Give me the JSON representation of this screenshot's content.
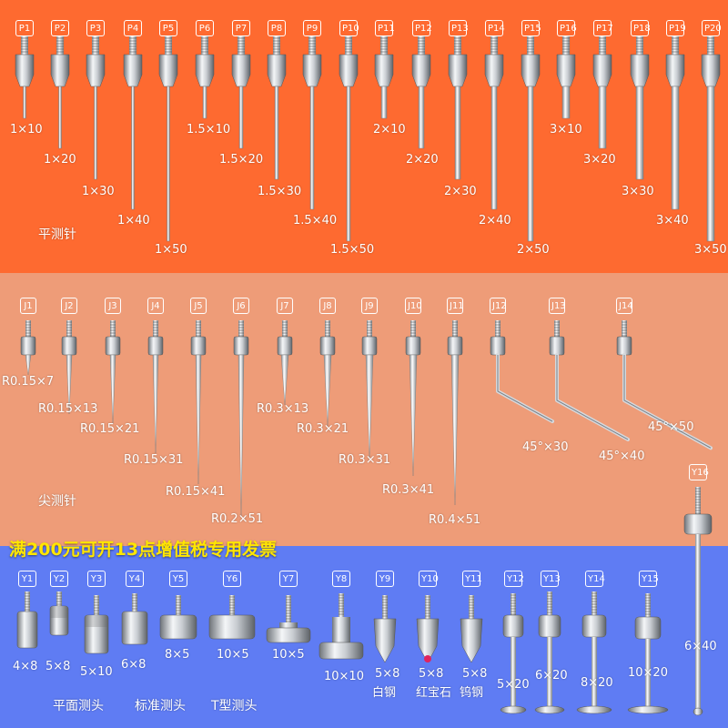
{
  "colors": {
    "top_band": "#fe6a30",
    "middle_band": "#ee9c78",
    "bottom_band": "#5f7cf3",
    "banner_text": "#ffe600"
  },
  "flat_probes": {
    "section_label": "平测针",
    "items": [
      {
        "tag": "P1",
        "size": "1×10"
      },
      {
        "tag": "P2",
        "size": "1×20"
      },
      {
        "tag": "P3",
        "size": "1×30"
      },
      {
        "tag": "P4",
        "size": "1×40"
      },
      {
        "tag": "P5",
        "size": "1×50"
      },
      {
        "tag": "P6",
        "size": "1.5×10"
      },
      {
        "tag": "P7",
        "size": "1.5×20"
      },
      {
        "tag": "P8",
        "size": "1.5×30"
      },
      {
        "tag": "P9",
        "size": "1.5×40"
      },
      {
        "tag": "P10",
        "size": "1.5×50"
      },
      {
        "tag": "P11",
        "size": "2×10"
      },
      {
        "tag": "P12",
        "size": "2×20"
      },
      {
        "tag": "P13",
        "size": "2×30"
      },
      {
        "tag": "P14",
        "size": "2×40"
      },
      {
        "tag": "P15",
        "size": "2×50"
      },
      {
        "tag": "P16",
        "size": "3×10"
      },
      {
        "tag": "P17",
        "size": "3×20"
      },
      {
        "tag": "P18",
        "size": "3×30"
      },
      {
        "tag": "P19",
        "size": "3×40"
      },
      {
        "tag": "P20",
        "size": "3×50"
      }
    ]
  },
  "pointed_probes": {
    "section_label": "尖测针",
    "items": [
      {
        "tag": "J1",
        "size": "R0.15×7"
      },
      {
        "tag": "J2",
        "size": "R0.15×13"
      },
      {
        "tag": "J3",
        "size": "R0.15×21"
      },
      {
        "tag": "J4",
        "size": "R0.15×31"
      },
      {
        "tag": "J5",
        "size": "R0.15×41"
      },
      {
        "tag": "J6",
        "size": "R0.2×51"
      },
      {
        "tag": "J7",
        "size": "R0.3×13"
      },
      {
        "tag": "J8",
        "size": "R0.3×21"
      },
      {
        "tag": "J9",
        "size": "R0.3×31"
      },
      {
        "tag": "J10",
        "size": "R0.3×41"
      },
      {
        "tag": "J11",
        "size": "R0.4×51"
      },
      {
        "tag": "J12",
        "size": "45°×30"
      },
      {
        "tag": "J13",
        "size": "45°×40"
      },
      {
        "tag": "J14",
        "size": "45°×50"
      }
    ]
  },
  "banner": "满200元可开13点增值税专用发票",
  "heads": {
    "labels": [
      "平面测头",
      "标准测头",
      "T型测头"
    ],
    "items": [
      {
        "tag": "Y1",
        "size": "4×8"
      },
      {
        "tag": "Y2",
        "size": "5×8"
      },
      {
        "tag": "Y3",
        "size": "5×10"
      },
      {
        "tag": "Y4",
        "size": "6×8"
      },
      {
        "tag": "Y5",
        "size": "8×5"
      },
      {
        "tag": "Y6",
        "size": "10×5"
      },
      {
        "tag": "Y7",
        "size": "10×5"
      },
      {
        "tag": "Y8",
        "size": "10×10"
      },
      {
        "tag": "Y9",
        "size": "5×8",
        "material": "白钢"
      },
      {
        "tag": "Y10",
        "size": "5×8",
        "material": "红宝石"
      },
      {
        "tag": "Y11",
        "size": "5×8",
        "material": "钨钢"
      },
      {
        "tag": "Y12",
        "size": "5×20"
      },
      {
        "tag": "Y13",
        "size": "6×20"
      },
      {
        "tag": "Y14",
        "size": "8×20"
      },
      {
        "tag": "Y15",
        "size": "10×20"
      },
      {
        "tag": "Y16",
        "size": "6×40"
      }
    ]
  }
}
